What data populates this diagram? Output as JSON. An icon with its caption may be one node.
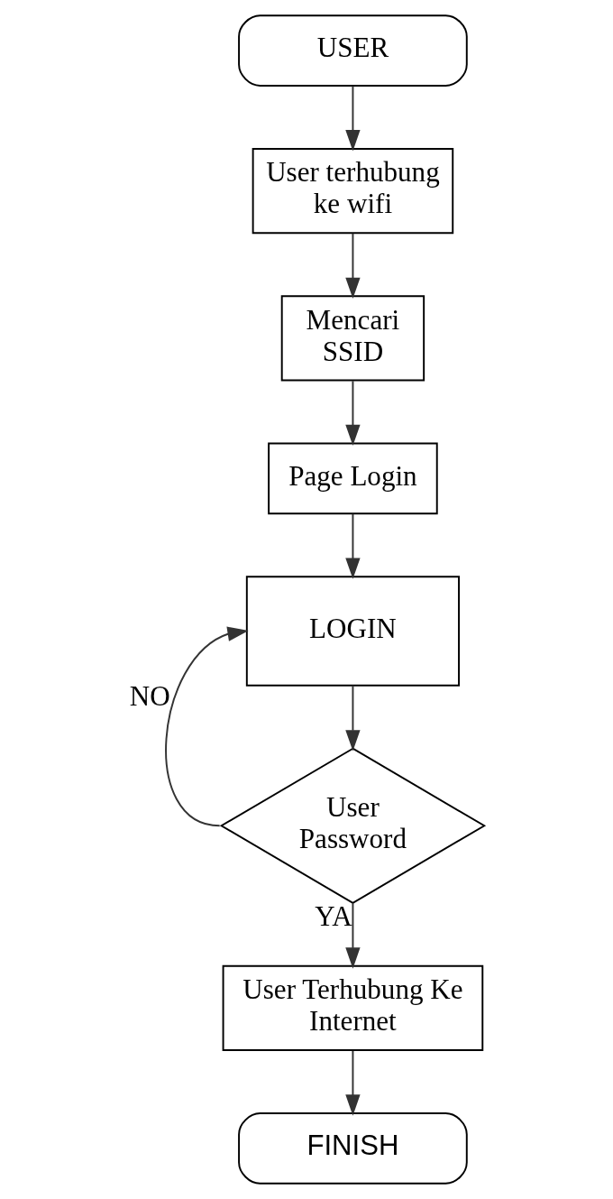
{
  "diagram": {
    "nodes": [
      {
        "text": [
          "USER"
        ]
      },
      {
        "text": [
          "User terhubung ke wifi"
        ]
      },
      {
        "text": [
          "Mencari SSID"
        ]
      },
      {
        "text": [
          "Page Login"
        ]
      },
      {
        "text": [
          "LOGIN"
        ]
      },
      {
        "text": [
          "User Password"
        ]
      },
      {
        "text": [
          "User Terhubung Ke Internet"
        ]
      },
      {
        "text": [
          "FINISH"
        ]
      }
    ],
    "edges": [
      {
        "from": 0,
        "to": 1,
        "arrow": "to"
      },
      {
        "from": 1,
        "to": 2,
        "arrow": "to"
      },
      {
        "from": 2,
        "to": 3,
        "arrow": "to"
      },
      {
        "from": 3,
        "to": 4,
        "arrow": "to"
      },
      {
        "from": 4,
        "to": 5,
        "arrow": "to"
      },
      {
        "from": 5,
        "to": 4,
        "arrow": "to",
        "label": "NO"
      },
      {
        "from": 5,
        "to": 6,
        "arrow": "to",
        "label": "YA"
      },
      {
        "from": 6,
        "to": 7,
        "arrow": "to"
      }
    ]
  }
}
